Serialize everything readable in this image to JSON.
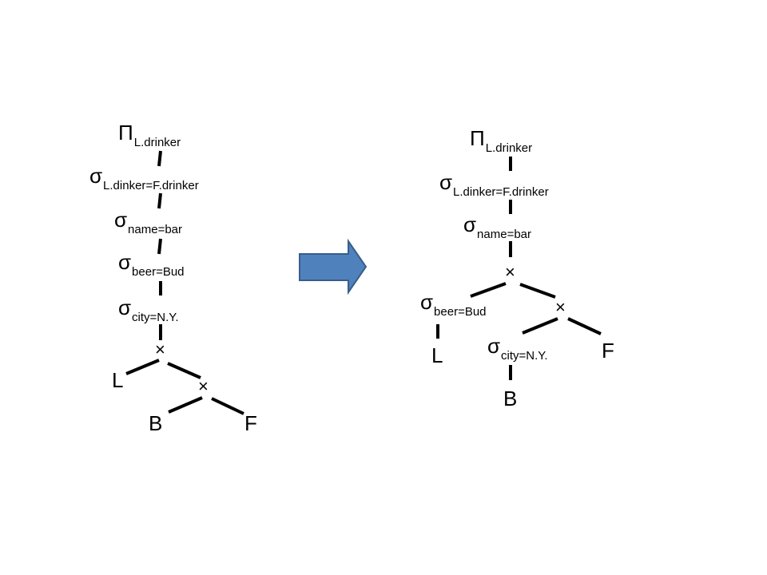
{
  "colors": {
    "line": "#000000",
    "arrow_fill": "#4f81bd",
    "arrow_stroke": "#385d8a"
  },
  "left_tree": {
    "proj": {
      "op": "Π",
      "sub": "L.drinker"
    },
    "sel1": {
      "op": "σ",
      "sub": "L.dinker=F.drinker"
    },
    "sel2": {
      "op": "σ",
      "sub": "name=bar"
    },
    "sel3": {
      "op": "σ",
      "sub": "beer=Bud"
    },
    "sel4": {
      "op": "σ",
      "sub": "city=N.Y."
    },
    "cross1": "×",
    "cross2": "×",
    "rel_L": "L",
    "rel_B": "B",
    "rel_F": "F"
  },
  "right_tree": {
    "proj": {
      "op": "Π",
      "sub": "L.drinker"
    },
    "sel1": {
      "op": "σ",
      "sub": "L.dinker=F.drinker"
    },
    "sel2": {
      "op": "σ",
      "sub": "name=bar"
    },
    "cross1": "×",
    "sel_beer": {
      "op": "σ",
      "sub": "beer=Bud"
    },
    "cross2": "×",
    "sel_city": {
      "op": "σ",
      "sub": "city=N.Y."
    },
    "rel_L": "L",
    "rel_F": "F",
    "rel_B": "B"
  },
  "transform_arrow_icon": "right-arrow-icon"
}
